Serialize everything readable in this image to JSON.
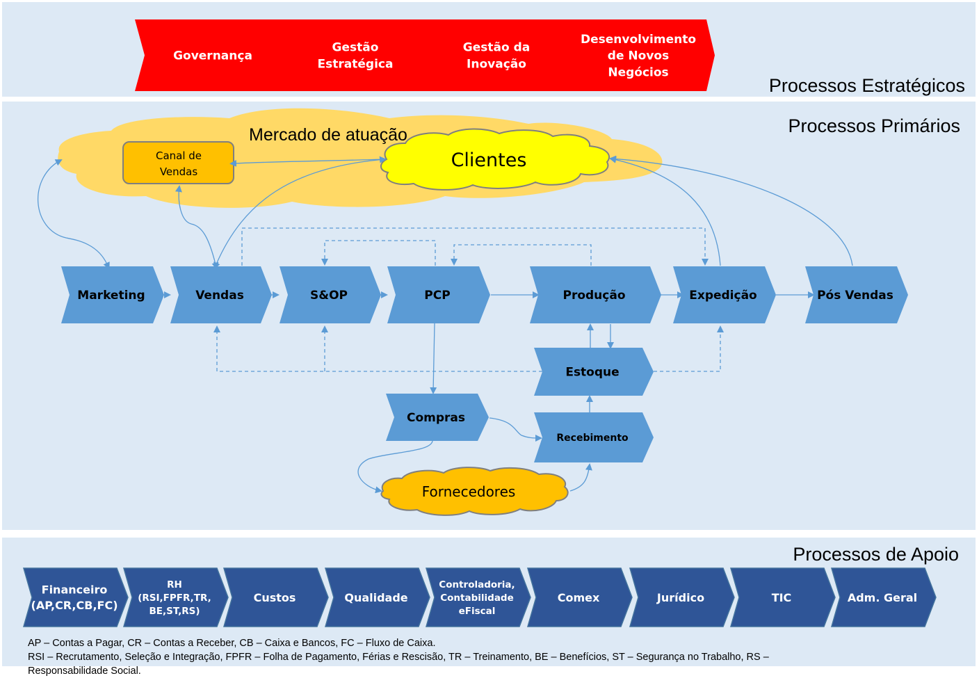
{
  "sections": {
    "strategic": {
      "title": "Processos Estratégicos"
    },
    "primary": {
      "title": "Processos Primários"
    },
    "support": {
      "title": "Processos de Apoio"
    }
  },
  "strategic_processes": [
    {
      "lines": [
        "Governança"
      ]
    },
    {
      "lines": [
        "Gestão",
        "Estratégica"
      ]
    },
    {
      "lines": [
        "Gestão da",
        "Inovação"
      ]
    },
    {
      "lines": [
        "Desenvolvimento",
        "de Novos",
        "Negócios"
      ]
    }
  ],
  "market": {
    "label": "Mercado de atuação",
    "sales_channel": [
      "Canal de",
      "Vendas"
    ],
    "customers": "Clientes",
    "suppliers": "Fornecedores"
  },
  "primary_processes": {
    "marketing": "Marketing",
    "vendas": "Vendas",
    "sop": "S&OP",
    "pcp": "PCP",
    "producao": "Produção",
    "expedicao": "Expedição",
    "pos_vendas": "Pós Vendas",
    "estoque": "Estoque",
    "compras": "Compras",
    "recebimento": "Recebimento"
  },
  "support_processes": [
    {
      "lines": [
        "Financeiro",
        "(AP,CR,CB,FC)"
      ]
    },
    {
      "lines": [
        "RH",
        "(RSI,FPFR,TR,",
        "BE,ST,RS)"
      ]
    },
    {
      "lines": [
        "Custos"
      ]
    },
    {
      "lines": [
        "Qualidade"
      ]
    },
    {
      "lines": [
        "Controladoria,",
        "Contabilidade",
        "eFiscal"
      ]
    },
    {
      "lines": [
        "Comex"
      ]
    },
    {
      "lines": [
        "Jurídico"
      ]
    },
    {
      "lines": [
        "TIC"
      ]
    },
    {
      "lines": [
        "Adm. Geral"
      ]
    }
  ],
  "legend": {
    "line1": "AP – Contas a Pagar, CR – Contas a Receber, CB – Caixa e Bancos, FC – Fluxo de Caixa.",
    "line2": "RSI – Recrutamento, Seleção e Integração, FPFR – Folha de Pagamento, Férias e Rescisão, TR – Treinamento, BE – Benefícios, ST – Segurança no Trabalho, RS –",
    "line3": "Responsabilidade Social."
  },
  "colors": {
    "panel_bg": "#dde9f5",
    "strategic_red": "#ff0000",
    "primary_blue": "#5b9bd5",
    "support_navy": "#2f5597",
    "market_cloud": "#ffd966",
    "customers_cloud": "#ffff00",
    "suppliers_cloud": "#ffc000",
    "sales_channel_box": "#ffc000",
    "connector": "#5b9bd5"
  }
}
